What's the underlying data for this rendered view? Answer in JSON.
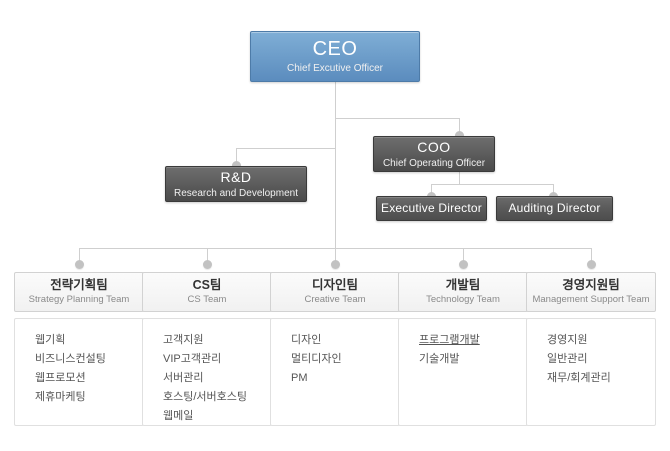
{
  "colors": {
    "ceo_box": "#6f9fcb",
    "exec_box": "#5a5a5a",
    "connector": "#cfcfcf",
    "dot": "#c2c2c2",
    "header_bg": "#f1f1f1",
    "background": "#ffffff"
  },
  "executives": {
    "ceo": {
      "title": "CEO",
      "subtitle": "Chief Excutive Officer"
    },
    "coo": {
      "title": "COO",
      "subtitle": "Chief Operating Officer"
    },
    "rnd": {
      "title": "R&D",
      "subtitle": "Research and Development"
    },
    "executive_director": {
      "title": "Executive Director"
    },
    "auditing_director": {
      "title": "Auditing Director"
    }
  },
  "teams": [
    {
      "name_kr": "전략기획팀",
      "name_en": "Strategy Planning Team",
      "items": [
        {
          "label": "웹기획",
          "link": false
        },
        {
          "label": "비즈니스컨설팅",
          "link": false
        },
        {
          "label": "웹프로모션",
          "link": false
        },
        {
          "label": "제휴마케팅",
          "link": false
        }
      ]
    },
    {
      "name_kr": "CS팀",
      "name_en": "CS Team",
      "items": [
        {
          "label": "고객지원",
          "link": false
        },
        {
          "label": "VIP고객관리",
          "link": false
        },
        {
          "label": "서버관리",
          "link": false
        },
        {
          "label": "호스팅/서버호스팅",
          "link": false
        },
        {
          "label": "웹메일",
          "link": false
        }
      ]
    },
    {
      "name_kr": "디자인팀",
      "name_en": "Creative Team",
      "items": [
        {
          "label": "디자인",
          "link": false
        },
        {
          "label": "멀티디자인",
          "link": false
        },
        {
          "label": "PM",
          "link": false
        }
      ]
    },
    {
      "name_kr": "개발팀",
      "name_en": "Technology Team",
      "items": [
        {
          "label": "프로그램개발",
          "link": true
        },
        {
          "label": "기술개발",
          "link": false
        }
      ]
    },
    {
      "name_kr": "경영지원팀",
      "name_en": "Management Support Team",
      "items": [
        {
          "label": "경영지원",
          "link": false
        },
        {
          "label": "일반관리",
          "link": false
        },
        {
          "label": "재무/회계관리",
          "link": false
        }
      ]
    }
  ]
}
